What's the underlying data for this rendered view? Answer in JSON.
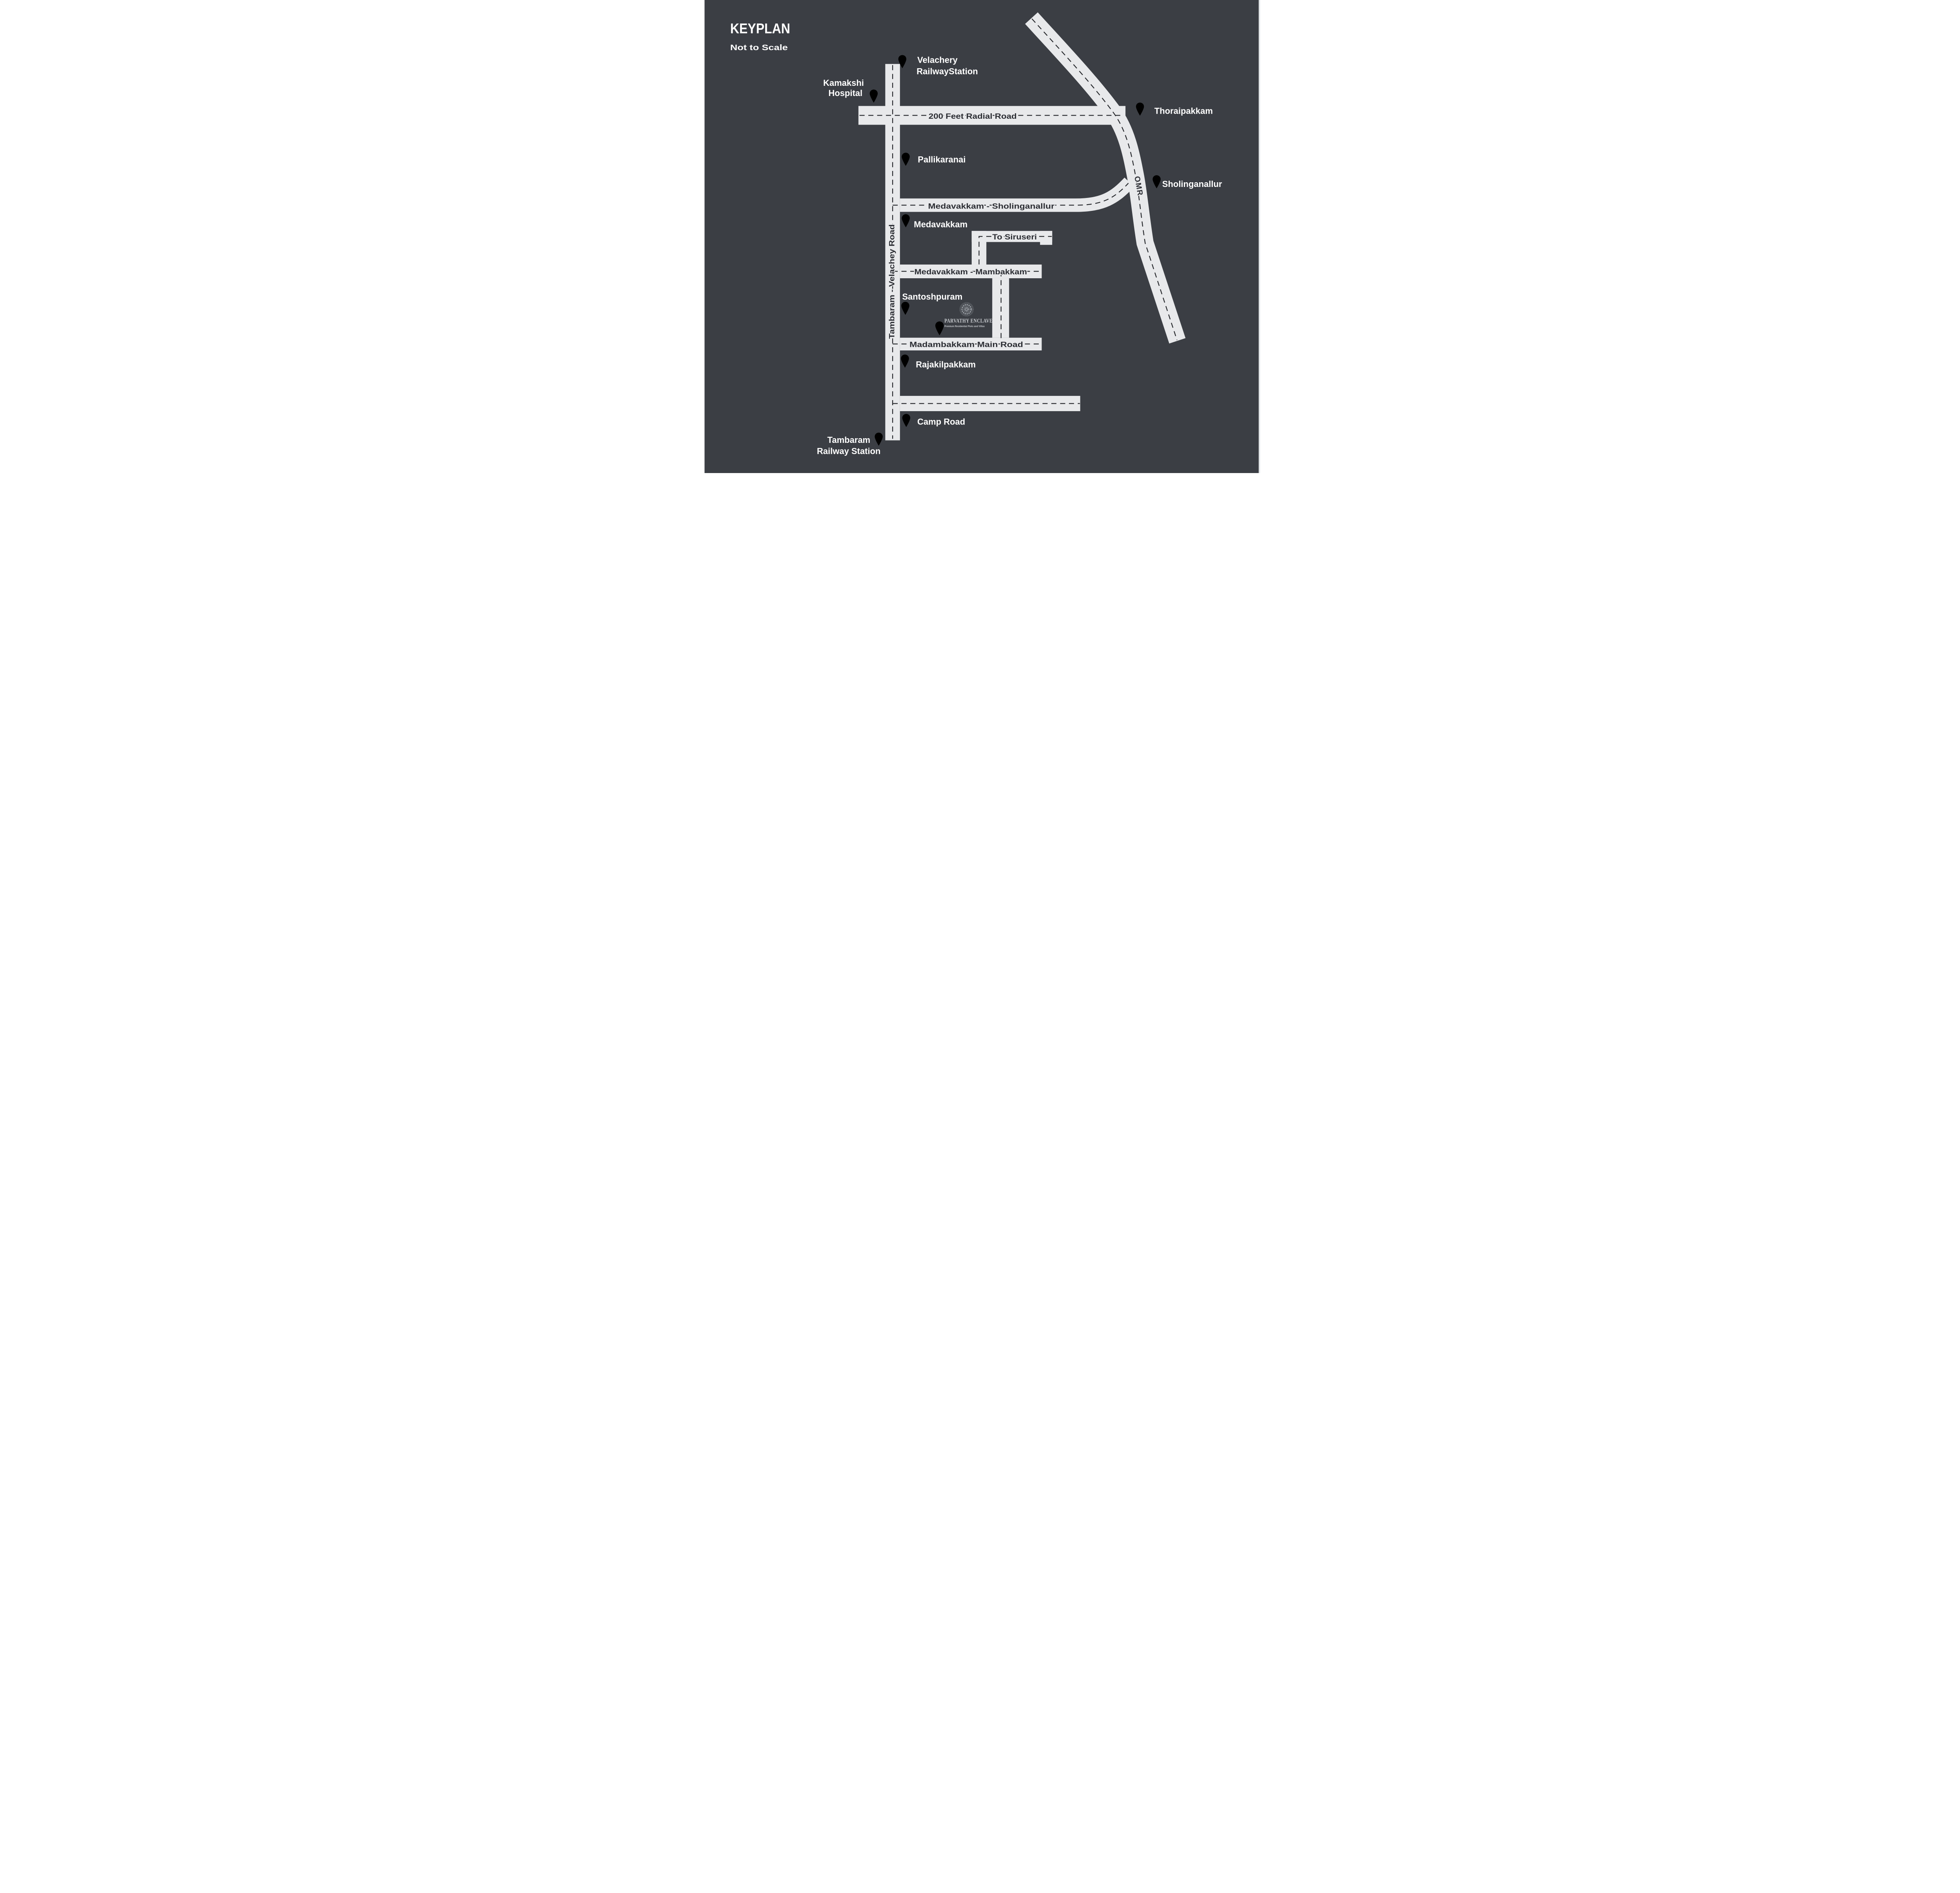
{
  "title": "KEYPLAN",
  "subtitle": "Not to Scale",
  "colors": {
    "bg": "#3b3e44",
    "road": "#e8e9eb",
    "dash": "#26282c",
    "label-light": "#ffffff",
    "label-dark": "#2b2d33",
    "pin": "#ffffff",
    "project-pin": "#8f959c",
    "logo": "#b3b8be",
    "logo-text": "#cdd0d4",
    "page": "#ffffff",
    "edge": "#e0e3e6"
  },
  "roads": {
    "radial": "200 Feet Radial Road",
    "omr": "OMR",
    "med_sholing": "Medavakkam - Sholinganallur",
    "to_siruseri": "To Siruseri",
    "med_mambakkam": "Medavakkam - Mambakkam",
    "tambaram_velachey": "Tambaram - Velachey Road",
    "madambakkam": "Madambakkam Main Road"
  },
  "places": {
    "velachery": {
      "line1": "Velachery",
      "line2": "RailwayStation"
    },
    "kamakshi": {
      "line1": "Kamakshi",
      "line2": "Hospital"
    },
    "thoraipakkam": {
      "name": "Thoraipakkam"
    },
    "pallikaranai": {
      "name": "Pallikaranai"
    },
    "sholinganallur": {
      "name": "Sholinganallur"
    },
    "medavakkam": {
      "name": "Medavakkam"
    },
    "santoshpuram": {
      "name": "Santoshpuram"
    },
    "rajakilpakkam": {
      "name": "Rajakilpakkam"
    },
    "camp_road": {
      "name": "Camp Road"
    },
    "tambaram": {
      "line1": "Tambaram",
      "line2": "Railway Station"
    }
  },
  "project": {
    "name": "PARVATHY ENCLAVE",
    "tagline": "Premium Residential Plots and Villas"
  }
}
